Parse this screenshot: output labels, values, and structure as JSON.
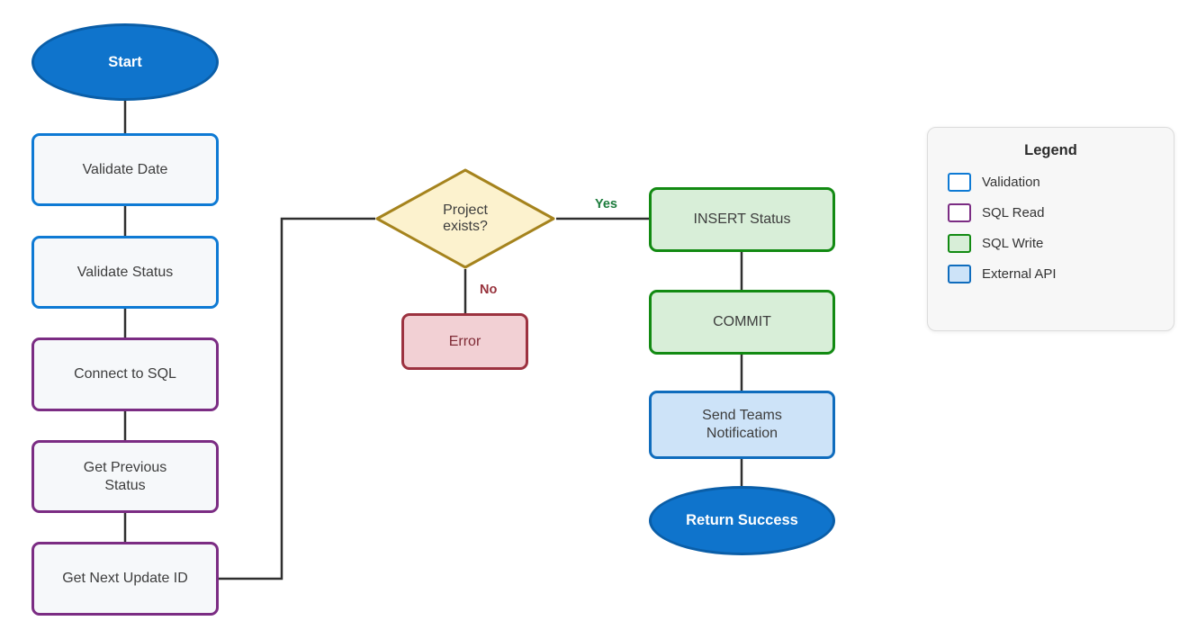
{
  "diagram": {
    "nodes": {
      "start": {
        "label": "Start",
        "type": "terminator"
      },
      "validate_date": {
        "label": "Validate Date",
        "type": "validation"
      },
      "validate_status": {
        "label": "Validate Status",
        "type": "validation"
      },
      "connect_sql": {
        "label": "Connect to SQL",
        "type": "sql-read"
      },
      "get_prev_status": {
        "label": "Get Previous Status",
        "type": "sql-read"
      },
      "get_next_id": {
        "label": "Get Next Update ID",
        "type": "sql-read"
      },
      "project_exists": {
        "label": "Project exists?",
        "type": "decision"
      },
      "error": {
        "label": "Error",
        "type": "error"
      },
      "insert_status": {
        "label": "INSERT Status",
        "type": "sql-write"
      },
      "commit": {
        "label": "COMMIT",
        "type": "sql-write"
      },
      "send_teams": {
        "label": "Send Teams Notification",
        "type": "external-api"
      },
      "return_success": {
        "label": "Return Success",
        "type": "terminator"
      }
    },
    "edge_labels": {
      "yes": "Yes",
      "no": "No"
    }
  },
  "legend": {
    "title": "Legend",
    "items": [
      {
        "label": "Validation",
        "border": "#0e7ad4",
        "fill": "#ffffff"
      },
      {
        "label": "SQL Read",
        "border": "#7b2c83",
        "fill": "#ffffff"
      },
      {
        "label": "SQL Write",
        "border": "#128a12",
        "fill": "#d8eed8"
      },
      {
        "label": "External API",
        "border": "#0f6cbd",
        "fill": "#cde3f8"
      }
    ]
  },
  "colors": {
    "terminator_fill": "#0f74cc",
    "terminator_border": "#0a5ea8",
    "process_fill": "#f6f8fa",
    "decision_fill": "#fcf2ce",
    "decision_border": "#a5831d",
    "error_fill": "#f2d0d4",
    "error_border": "#9c3240",
    "connector": "#2f2f2f",
    "yes_label": "#1c7c3c",
    "no_label": "#97323c"
  }
}
